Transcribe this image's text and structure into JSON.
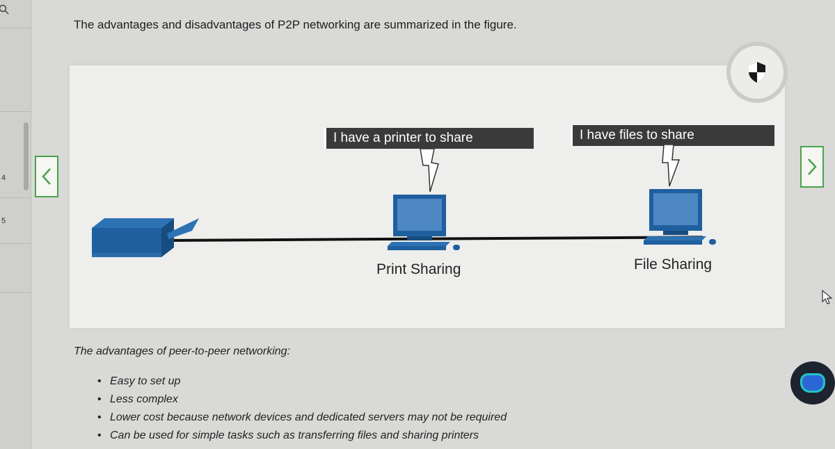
{
  "page": {
    "heading": "The advantages and disadvantages of P2P networking are summarized in the figure."
  },
  "sidebar": {
    "numbers": [
      "4",
      "5"
    ]
  },
  "figure": {
    "bubble_printer": "I have a printer to share",
    "bubble_files": "I have files to share",
    "caption_print": "Print Sharing",
    "caption_file": "File Sharing"
  },
  "advantages": {
    "title": "The advantages of peer-to-peer networking:",
    "items": [
      "Easy to set up",
      "Less complex",
      "Lower cost because network devices and dedicated servers may not be required",
      "Can be used for simple tasks such as transferring files and sharing printers"
    ]
  },
  "icons": {
    "search": "search-icon",
    "shield": "shield-icon",
    "prev": "chevron-left-icon",
    "next": "chevron-right-icon",
    "printer": "printer-icon",
    "computer": "computer-icon",
    "pointer": "mouse-pointer-icon"
  },
  "colors": {
    "accent_green": "#4aa34a",
    "device_blue": "#1f5f9e",
    "bubble_bg": "#3a3a3a"
  }
}
